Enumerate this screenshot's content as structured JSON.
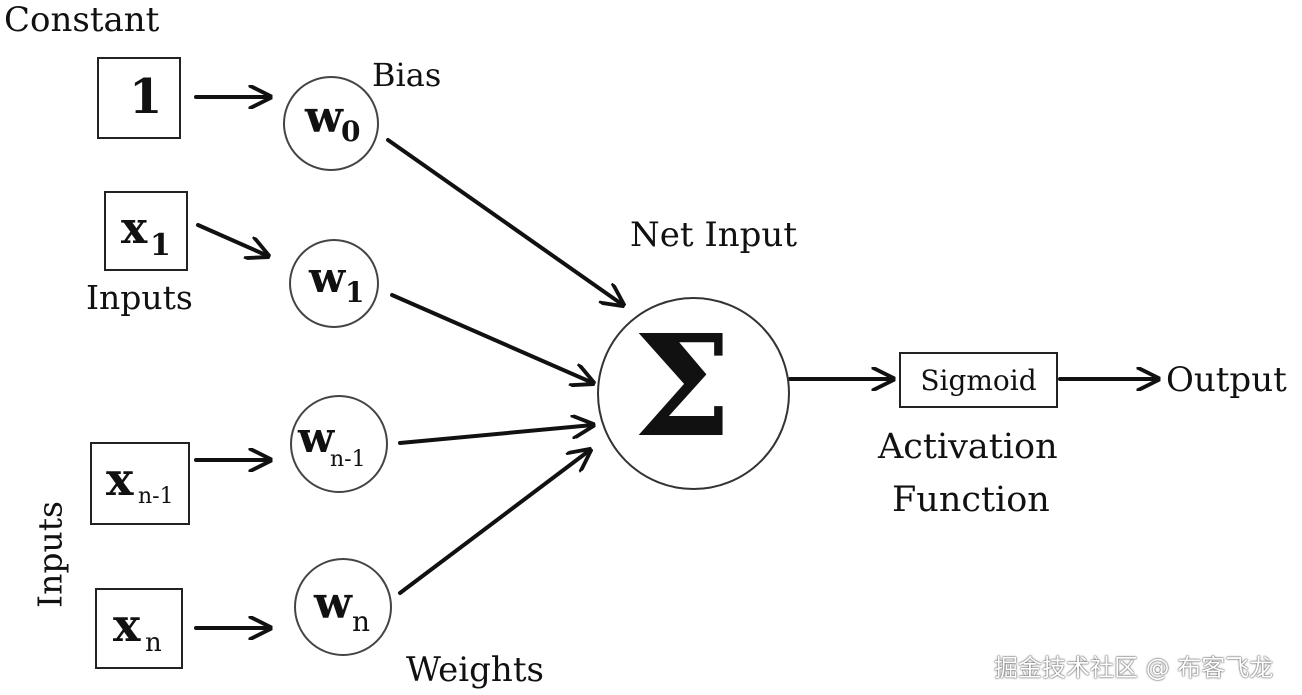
{
  "labels": {
    "constant": "Constant",
    "bias": "Bias",
    "inputs_top": "Inputs",
    "inputs_side": "Inputs",
    "net_input": "Net Input",
    "activation_line1": "Activation",
    "activation_line2": "Function",
    "output": "Output",
    "weights": "Weights"
  },
  "input_boxes": {
    "constant": {
      "symbol": "1",
      "sub": ""
    },
    "x1": {
      "symbol": "x",
      "sub": "1"
    },
    "xn_minus_1": {
      "symbol": "x",
      "sub": "n-1"
    },
    "xn": {
      "symbol": "x",
      "sub": "n"
    }
  },
  "weight_nodes": {
    "w0": {
      "symbol": "w",
      "sub": "0"
    },
    "w1": {
      "symbol": "w",
      "sub": "1"
    },
    "wn_minus_1": {
      "symbol": "w",
      "sub": "n-1"
    },
    "wn": {
      "symbol": "w",
      "sub": "n"
    }
  },
  "summation": {
    "symbol": "Σ"
  },
  "activation": {
    "label": "Sigmoid"
  },
  "watermark": "掘金技术社区 @ 布客飞龙",
  "colors": {
    "ink": "#111111",
    "background": "#ffffff"
  }
}
